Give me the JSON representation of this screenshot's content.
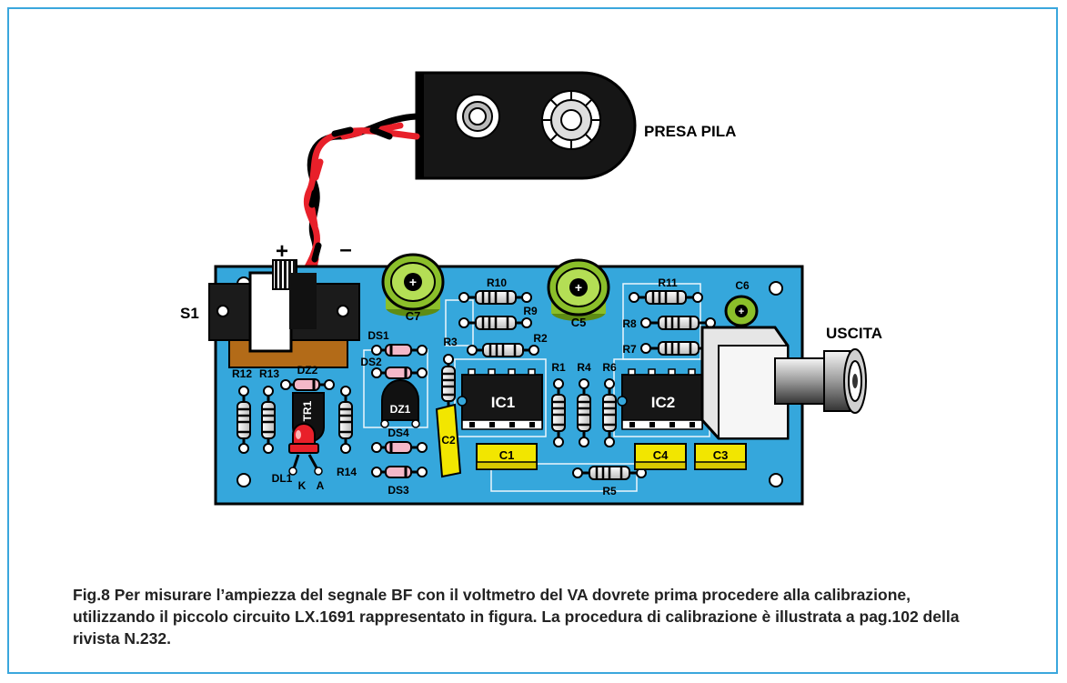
{
  "labels": {
    "presa_pila": "PRESA PILA",
    "uscita": "USCITA",
    "s1": "S1",
    "plus": "+",
    "minus": "–",
    "c1": "C1",
    "c2": "C2",
    "c3": "C3",
    "c4": "C4",
    "c5": "C5",
    "c6": "C6",
    "c7": "C7",
    "r1": "R1",
    "r2": "R2",
    "r3": "R3",
    "r4": "R4",
    "r5": "R5",
    "r6": "R6",
    "r7": "R7",
    "r8": "R8",
    "r9": "R9",
    "r10": "R10",
    "r11": "R11",
    "r12": "R12",
    "r13": "R13",
    "r14": "R14",
    "ic1": "IC1",
    "ic2": "IC2",
    "ds1": "DS1",
    "ds2": "DS2",
    "ds3": "DS3",
    "ds4": "DS4",
    "dz1": "DZ1",
    "dz2": "DZ2",
    "tr1": "TR1",
    "dl1": "DL1",
    "k": "K",
    "a": "A"
  },
  "caption": "Fig.8 Per misurare l’ampiezza del segnale BF con il voltmetro del VA dovrete prima procedere alla calibrazione, utilizzando il piccolo circuito LX.1691 rappresentato in figura. La procedura di calibrazione è illustrata a pag.102 della rivista N.232.",
  "colors": {
    "frame": "#3aa7dd",
    "pcb": "#35a7dc",
    "capacitor_yellow": "#f2e600",
    "electrolytic_green": "#8bbf2a",
    "led_red": "#e8202a",
    "wire_red": "#e8202a"
  }
}
